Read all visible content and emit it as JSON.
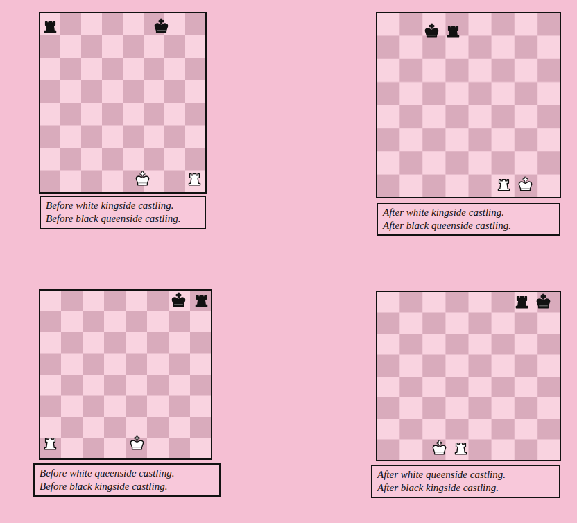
{
  "diagram": {
    "nodes": [
      {
        "text": [
          "Before white kingside castling.",
          "Before black queenside castling."
        ]
      },
      {
        "text": [
          "After white kingside castling.",
          "After black queenside castling."
        ]
      },
      {
        "text": [
          "Before white queenside castling.",
          "Before black kingside castling."
        ]
      },
      {
        "text": [
          "After white queenside castling.",
          "After black kingside castling."
        ]
      }
    ]
  }
}
